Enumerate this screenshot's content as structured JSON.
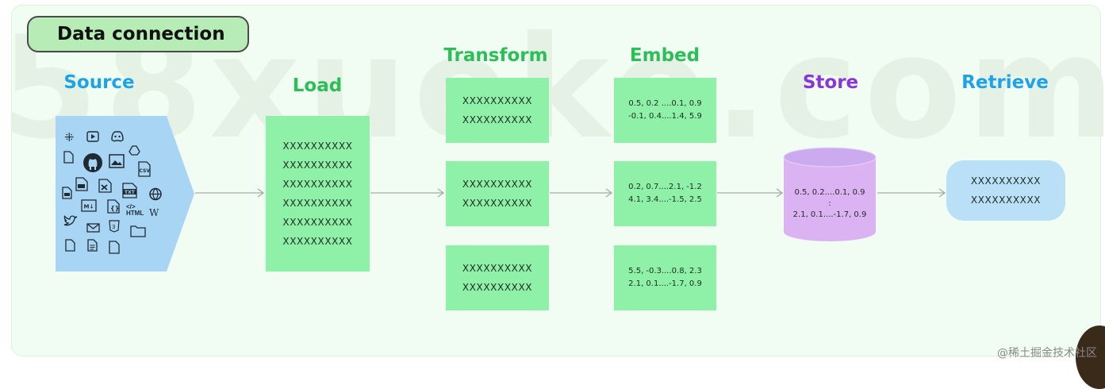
{
  "header": {
    "title": "Data connection"
  },
  "watermark": "58xueke.com",
  "credit": "@稀土掘金技术社区",
  "stages": {
    "source": "Source",
    "load": "Load",
    "transform": "Transform",
    "embed": "Embed",
    "store": "Store",
    "retrieve": "Retrieve"
  },
  "source_icons": [
    "slack-icon",
    "youtube-icon",
    "discord-icon",
    "file-icon",
    "github-icon",
    "image-icon",
    "google-drive-icon",
    "csv-icon",
    "pdf-icon",
    "ppt-icon",
    "xls-icon",
    "txt-icon",
    "web-icon",
    "markdown-icon",
    "json-icon",
    "html-icon",
    "wikipedia-icon",
    "twitter-icon",
    "email-icon",
    "css-icon",
    "folder-icon",
    "doc-icon"
  ],
  "load": {
    "lines": [
      "XXXXXXXXXX",
      "XXXXXXXXXX",
      "XXXXXXXXXX",
      "XXXXXXXXXX",
      "XXXXXXXXXX",
      "XXXXXXXXXX"
    ]
  },
  "transform": {
    "chunks": [
      {
        "line1": "XXXXXXXXXX",
        "line2": "XXXXXXXXXX"
      },
      {
        "line1": "XXXXXXXXXX",
        "line2": "XXXXXXXXXX"
      },
      {
        "line1": "XXXXXXXXXX",
        "line2": "XXXXXXXXXX"
      }
    ]
  },
  "embed": {
    "vectors": [
      {
        "line1": "0.5, 0.2 ....0.1, 0.9",
        "line2": "-0.1, 0.4....1.4, 5.9"
      },
      {
        "line1": "0.2, 0.7....2.1, -1.2",
        "line2": "4.1, 3.4....-1.5, 2.5"
      },
      {
        "line1": "5.5, -0.3....0.8, 2.3",
        "line2": "2.1, 0.1....-1.7, 0.9"
      }
    ]
  },
  "store": {
    "line1": "0.5, 0.2....0.1, 0.9",
    "line2": ":",
    "line3": "2.1, 0.1....-1.7, 0.9"
  },
  "retrieve": {
    "line1": "XXXXXXXXXX",
    "line2": "XXXXXXXXXX"
  },
  "colors": {
    "panel": "#f1fcf2",
    "green_stage": "#2cbf58",
    "blue_stage": "#1ea3e6",
    "purple_stage": "#8a35d6",
    "box_green": "#8ff0a7",
    "source_blue": "#a9d5f5",
    "db_purple": "#dcb3f2",
    "retrieve_blue": "#b9e0f7"
  }
}
